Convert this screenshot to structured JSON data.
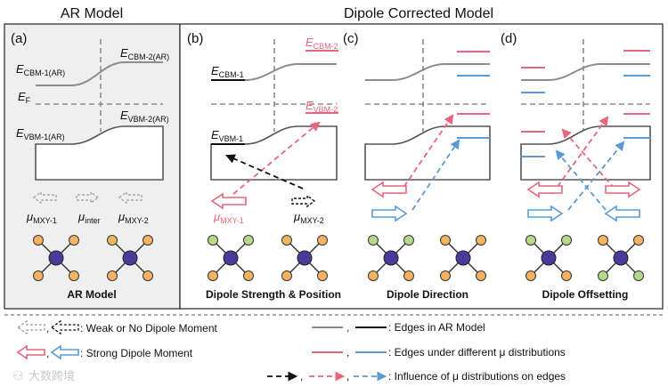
{
  "headers": {
    "ar_model": "AR Model",
    "dipole_corrected": "Dipole Corrected Model"
  },
  "panels": {
    "a": {
      "letter": "(a)",
      "caption": "AR Model",
      "ecbm1": {
        "main": "E",
        "sub": "CBM-1(AR)"
      },
      "ecbm2": {
        "main": "E",
        "sub": "CBM-2(AR)"
      },
      "ef": {
        "main": "E",
        "sub": "F"
      },
      "evbm1": {
        "main": "E",
        "sub": "VBM-1(AR)"
      },
      "evbm2": {
        "main": "E",
        "sub": "VBM-2(AR)"
      },
      "mu1": {
        "main": "μ",
        "sub": "MXY-1"
      },
      "mu_inter": {
        "main": "μ",
        "sub": "inter"
      },
      "mu2": {
        "main": "μ",
        "sub": "MXY-2"
      }
    },
    "b": {
      "letter": "(b)",
      "caption": "Dipole Strength & Position",
      "ecbm1": {
        "main": "E",
        "sub": "CBM-1"
      },
      "ecbm2": {
        "main": "E",
        "sub": "CBM-2"
      },
      "evbm1": {
        "main": "E",
        "sub": "VBM-1"
      },
      "evbm2": {
        "main": "E",
        "sub": "VBM-2"
      },
      "mu1": {
        "main": "μ",
        "sub": "MXY-1"
      },
      "mu2": {
        "main": "μ",
        "sub": "MXY-2"
      }
    },
    "c": {
      "letter": "(c)",
      "caption": "Dipole Direction"
    },
    "d": {
      "letter": "(d)",
      "caption": "Dipole Offsetting"
    }
  },
  "legend": {
    "weak": ": Weak or No Dipole Moment",
    "strong": ": Strong Dipole Moment",
    "edges_ar": ": Edges in AR Model",
    "edges_mu": ": Edges under different μ distributions",
    "influence": ": Influence of μ distributions on edges",
    "comma": ","
  },
  "watermark": "大数跨境",
  "colors": {
    "gray": "#8c8c8c",
    "black": "#111111",
    "red": "#e8667c",
    "blue": "#5b9bd5",
    "purple": "#4b3a9a",
    "orange": "#f5b25f",
    "green": "#b5d88a",
    "panel_a_bg": "#efefef"
  }
}
